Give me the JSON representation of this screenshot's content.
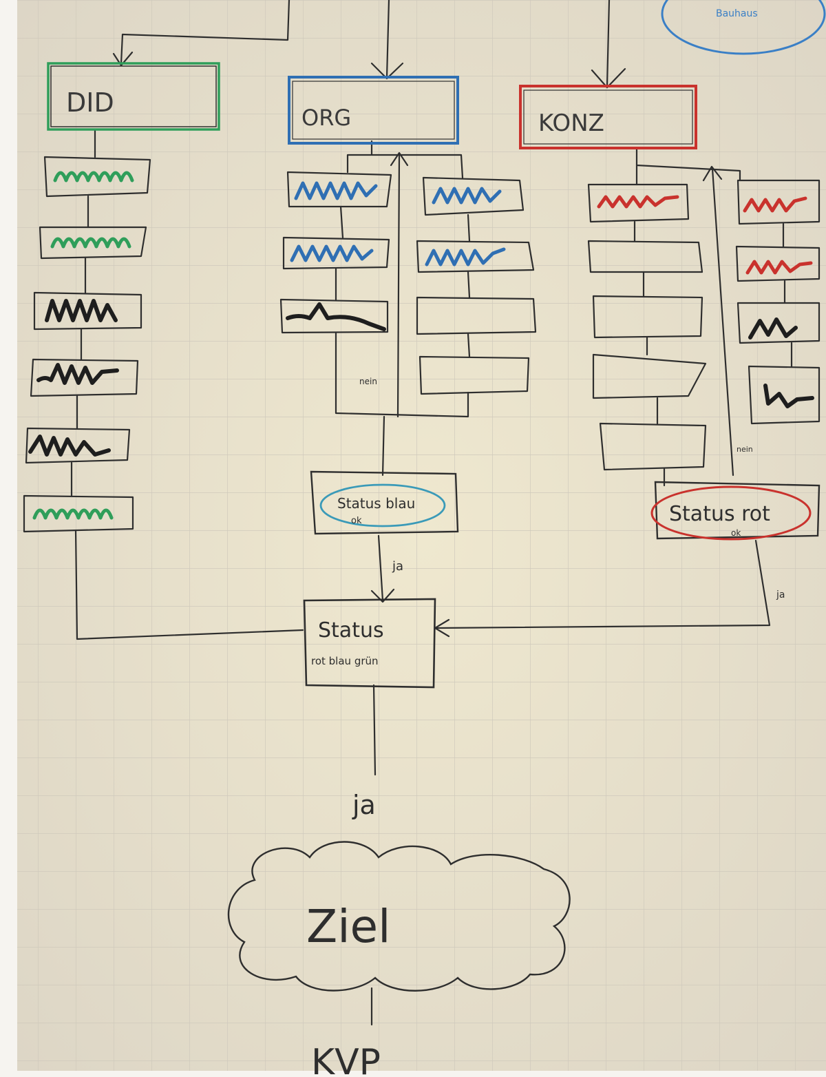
{
  "columns": {
    "did": {
      "label": "DID",
      "color": "#2f9e5a"
    },
    "org": {
      "label": "ORG",
      "color": "#2f6fb3"
    },
    "konz": {
      "label": "KONZ",
      "color": "#c9322d"
    }
  },
  "corner_bubble": {
    "text": "Bauhaus",
    "color": "#3a7fc6"
  },
  "status_blue": {
    "line1": "Status blau",
    "line2": "ok"
  },
  "status_red": {
    "line1": "Status rot",
    "line2": "ok"
  },
  "status_main": {
    "line1": "Status",
    "line2": "rot blau grün"
  },
  "edge_labels": {
    "nein": "nein",
    "ja_small": "ja",
    "ja_right": "ja",
    "ja_big": "ja",
    "nein_right": "nein"
  },
  "goal": {
    "label": "Ziel"
  },
  "bottom": {
    "label": "KVP"
  },
  "colors": {
    "ink": "#2a2a2a",
    "grid": "#cfcac0",
    "paper": "#efe9d9",
    "green": "#2f9e5a",
    "blue": "#2f6fb3",
    "red": "#c9322d"
  }
}
